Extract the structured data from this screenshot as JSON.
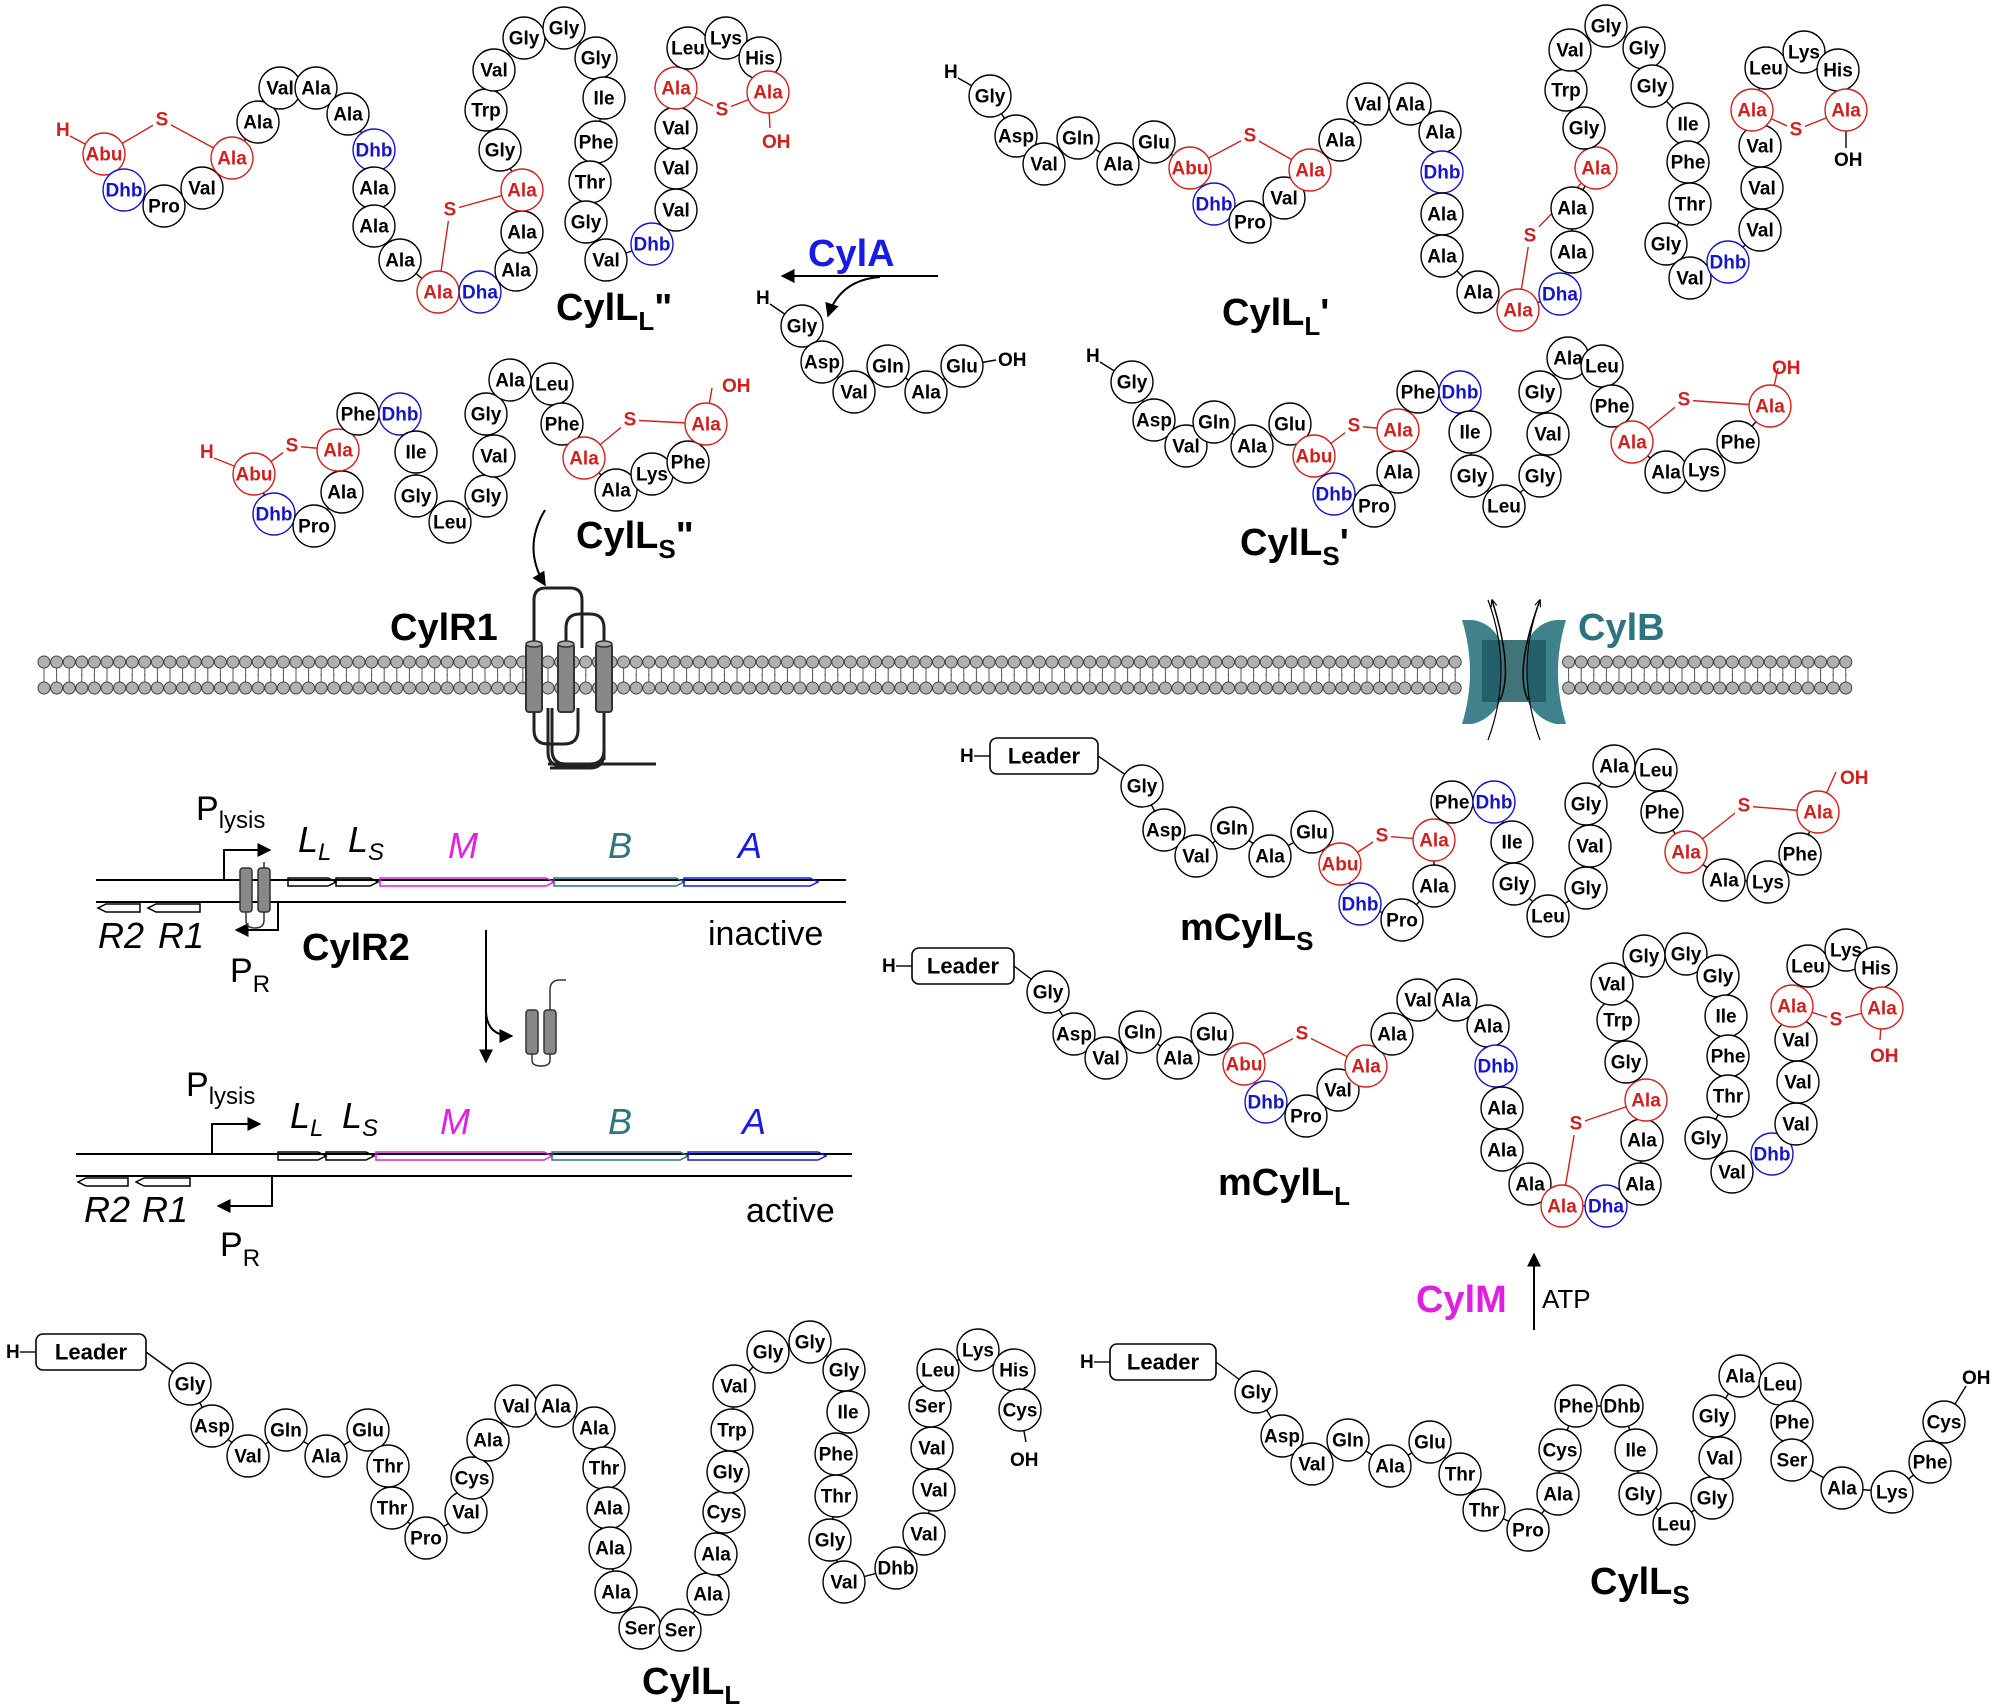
{
  "colors": {
    "black": "#000000",
    "thioether": "#d0201d",
    "dehydro": "#1414c8",
    "cylA": "#1a1ae6",
    "cylM": "#e020e0",
    "cylB": "#2b7480",
    "membrane": "#b0b0b0"
  },
  "labels": {
    "cylLL_pp": {
      "main": "CylL",
      "sub": "L",
      "suffix": "\""
    },
    "cylLL_p": {
      "main": "CylL",
      "sub": "L",
      "suffix": "'"
    },
    "cylLS_pp": {
      "main": "CylL",
      "sub": "S",
      "suffix": "\""
    },
    "cylLS_p": {
      "main": "CylL",
      "sub": "S",
      "suffix": "'"
    },
    "mcylLS": {
      "main": "mCylL",
      "sub": "S"
    },
    "mcylLL": {
      "main": "mCylL",
      "sub": "L"
    },
    "cylLL": {
      "main": "CylL",
      "sub": "L"
    },
    "cylLS": {
      "main": "CylL",
      "sub": "S"
    },
    "cylR1": "CylR1",
    "cylR2": "CylR2",
    "cylB": "CylB"
  },
  "enzymes": {
    "cylA": "CylA",
    "cylM": "CylM",
    "atp": "ATP"
  },
  "operon": {
    "plysis": {
      "main": "P",
      "sub": "lysis"
    },
    "pr": {
      "main": "P",
      "sub": "R"
    },
    "ll": {
      "main": "L",
      "sub": "L"
    },
    "ls": {
      "main": "L",
      "sub": "S"
    },
    "m": "M",
    "b": "B",
    "a": "A",
    "r2": "R2",
    "r1": "R1",
    "inactive": "inactive",
    "active": "active"
  },
  "terminals": {
    "h": "H",
    "oh": "OH",
    "s": "S",
    "leader": "Leader"
  },
  "peptides": {
    "cylLL_pp": [
      {
        "r": "Abu",
        "c": "r"
      },
      {
        "r": "Dhb",
        "c": "b"
      },
      {
        "r": "Pro"
      },
      {
        "r": "Val"
      },
      {
        "r": "Ala",
        "c": "r"
      },
      {
        "r": "Ala"
      },
      {
        "r": "Val"
      },
      {
        "r": "Ala"
      },
      {
        "r": "Ala"
      },
      {
        "r": "Dhb",
        "c": "b"
      },
      {
        "r": "Ala"
      },
      {
        "r": "Ala"
      },
      {
        "r": "Ala"
      },
      {
        "r": "Ala",
        "c": "r"
      },
      {
        "r": "Dha",
        "c": "b"
      },
      {
        "r": "Ala"
      },
      {
        "r": "Ala"
      },
      {
        "r": "Ala",
        "c": "r"
      },
      {
        "r": "Gly"
      },
      {
        "r": "Trp"
      },
      {
        "r": "Val"
      },
      {
        "r": "Gly"
      },
      {
        "r": "Gly"
      },
      {
        "r": "Gly"
      },
      {
        "r": "Ile"
      },
      {
        "r": "Phe"
      },
      {
        "r": "Thr"
      },
      {
        "r": "Gly"
      },
      {
        "r": "Val"
      },
      {
        "r": "Dhb",
        "c": "b"
      },
      {
        "r": "Val"
      },
      {
        "r": "Val"
      },
      {
        "r": "Val"
      },
      {
        "r": "Ala",
        "c": "r"
      },
      {
        "r": "Leu"
      },
      {
        "r": "Lys"
      },
      {
        "r": "His"
      },
      {
        "r": "Ala",
        "c": "r"
      }
    ],
    "cylLA": [
      {
        "r": "Gly"
      },
      {
        "r": "Asp"
      },
      {
        "r": "Val"
      },
      {
        "r": "Gln"
      },
      {
        "r": "Ala"
      },
      {
        "r": "Glu"
      }
    ],
    "cylLL_p": [
      {
        "r": "Gly"
      },
      {
        "r": "Asp"
      },
      {
        "r": "Val"
      },
      {
        "r": "Gln"
      },
      {
        "r": "Ala"
      },
      {
        "r": "Glu"
      },
      {
        "r": "Abu",
        "c": "r"
      },
      {
        "r": "Dhb",
        "c": "b"
      },
      {
        "r": "Pro"
      },
      {
        "r": "Val"
      },
      {
        "r": "Ala",
        "c": "r"
      },
      {
        "r": "Ala"
      },
      {
        "r": "Val"
      },
      {
        "r": "Ala"
      },
      {
        "r": "Ala"
      },
      {
        "r": "Dhb",
        "c": "b"
      },
      {
        "r": "Ala"
      },
      {
        "r": "Ala"
      },
      {
        "r": "Ala"
      },
      {
        "r": "Ala",
        "c": "r"
      },
      {
        "r": "Dha",
        "c": "b"
      },
      {
        "r": "Ala"
      },
      {
        "r": "Ala"
      },
      {
        "r": "Ala",
        "c": "r"
      },
      {
        "r": "Gly"
      },
      {
        "r": "Trp"
      },
      {
        "r": "Val"
      },
      {
        "r": "Gly"
      },
      {
        "r": "Gly"
      },
      {
        "r": "Gly"
      },
      {
        "r": "Ile"
      },
      {
        "r": "Phe"
      },
      {
        "r": "Thr"
      },
      {
        "r": "Gly"
      },
      {
        "r": "Val"
      },
      {
        "r": "Dhb",
        "c": "b"
      },
      {
        "r": "Val"
      },
      {
        "r": "Val"
      },
      {
        "r": "Val"
      },
      {
        "r": "Ala",
        "c": "r"
      },
      {
        "r": "Leu"
      },
      {
        "r": "Lys"
      },
      {
        "r": "His"
      },
      {
        "r": "Ala",
        "c": "r"
      }
    ],
    "cylLS_pp": [
      {
        "r": "Abu",
        "c": "r"
      },
      {
        "r": "Dhb",
        "c": "b"
      },
      {
        "r": "Pro"
      },
      {
        "r": "Ala"
      },
      {
        "r": "Ala",
        "c": "r"
      },
      {
        "r": "Phe"
      },
      {
        "r": "Dhb",
        "c": "b"
      },
      {
        "r": "Ile"
      },
      {
        "r": "Gly"
      },
      {
        "r": "Leu"
      },
      {
        "r": "Gly"
      },
      {
        "r": "Val"
      },
      {
        "r": "Gly"
      },
      {
        "r": "Ala"
      },
      {
        "r": "Leu"
      },
      {
        "r": "Phe"
      },
      {
        "r": "Ala",
        "c": "r"
      },
      {
        "r": "Ala"
      },
      {
        "r": "Lys"
      },
      {
        "r": "Phe"
      },
      {
        "r": "Ala",
        "c": "r"
      }
    ],
    "cylLS_p": [
      {
        "r": "Gly"
      },
      {
        "r": "Asp"
      },
      {
        "r": "Val"
      },
      {
        "r": "Gln"
      },
      {
        "r": "Ala"
      },
      {
        "r": "Glu"
      },
      {
        "r": "Abu",
        "c": "r"
      },
      {
        "r": "Dhb",
        "c": "b"
      },
      {
        "r": "Pro"
      },
      {
        "r": "Ala"
      },
      {
        "r": "Ala",
        "c": "r"
      },
      {
        "r": "Phe"
      },
      {
        "r": "Dhb",
        "c": "b"
      },
      {
        "r": "Ile"
      },
      {
        "r": "Gly"
      },
      {
        "r": "Leu"
      },
      {
        "r": "Gly"
      },
      {
        "r": "Val"
      },
      {
        "r": "Gly"
      },
      {
        "r": "Ala"
      },
      {
        "r": "Leu"
      },
      {
        "r": "Phe"
      },
      {
        "r": "Ala",
        "c": "r"
      },
      {
        "r": "Ala"
      },
      {
        "r": "Lys"
      },
      {
        "r": "Phe"
      },
      {
        "r": "Ala",
        "c": "r"
      }
    ],
    "mcylLS": [
      {
        "r": "Gly"
      },
      {
        "r": "Asp"
      },
      {
        "r": "Val"
      },
      {
        "r": "Gln"
      },
      {
        "r": "Ala"
      },
      {
        "r": "Glu"
      },
      {
        "r": "Abu",
        "c": "r"
      },
      {
        "r": "Dhb",
        "c": "b"
      },
      {
        "r": "Pro"
      },
      {
        "r": "Ala"
      },
      {
        "r": "Ala",
        "c": "r"
      },
      {
        "r": "Phe"
      },
      {
        "r": "Dhb",
        "c": "b"
      },
      {
        "r": "Ile"
      },
      {
        "r": "Gly"
      },
      {
        "r": "Leu"
      },
      {
        "r": "Gly"
      },
      {
        "r": "Val"
      },
      {
        "r": "Gly"
      },
      {
        "r": "Ala"
      },
      {
        "r": "Leu"
      },
      {
        "r": "Phe"
      },
      {
        "r": "Ala",
        "c": "r"
      },
      {
        "r": "Ala"
      },
      {
        "r": "Lys"
      },
      {
        "r": "Phe"
      },
      {
        "r": "Ala",
        "c": "r"
      }
    ],
    "mcylLL": [
      {
        "r": "Gly"
      },
      {
        "r": "Asp"
      },
      {
        "r": "Val"
      },
      {
        "r": "Gln"
      },
      {
        "r": "Ala"
      },
      {
        "r": "Glu"
      },
      {
        "r": "Abu",
        "c": "r"
      },
      {
        "r": "Dhb",
        "c": "b"
      },
      {
        "r": "Pro"
      },
      {
        "r": "Val"
      },
      {
        "r": "Ala",
        "c": "r"
      },
      {
        "r": "Ala"
      },
      {
        "r": "Val"
      },
      {
        "r": "Ala"
      },
      {
        "r": "Ala"
      },
      {
        "r": "Dhb",
        "c": "b"
      },
      {
        "r": "Ala"
      },
      {
        "r": "Ala"
      },
      {
        "r": "Ala"
      },
      {
        "r": "Ala",
        "c": "r"
      },
      {
        "r": "Dha",
        "c": "b"
      },
      {
        "r": "Ala"
      },
      {
        "r": "Ala"
      },
      {
        "r": "Ala",
        "c": "r"
      },
      {
        "r": "Gly"
      },
      {
        "r": "Trp"
      },
      {
        "r": "Val"
      },
      {
        "r": "Gly"
      },
      {
        "r": "Gly"
      },
      {
        "r": "Gly"
      },
      {
        "r": "Ile"
      },
      {
        "r": "Phe"
      },
      {
        "r": "Thr"
      },
      {
        "r": "Gly"
      },
      {
        "r": "Val"
      },
      {
        "r": "Dhb",
        "c": "b"
      },
      {
        "r": "Val"
      },
      {
        "r": "Val"
      },
      {
        "r": "Val"
      },
      {
        "r": "Ala",
        "c": "r"
      },
      {
        "r": "Leu"
      },
      {
        "r": "Lys"
      },
      {
        "r": "His"
      },
      {
        "r": "Ala",
        "c": "r"
      }
    ],
    "cylLL": [
      {
        "r": "Gly"
      },
      {
        "r": "Asp"
      },
      {
        "r": "Val"
      },
      {
        "r": "Gln"
      },
      {
        "r": "Ala"
      },
      {
        "r": "Glu"
      },
      {
        "r": "Thr"
      },
      {
        "r": "Thr"
      },
      {
        "r": "Pro"
      },
      {
        "r": "Val"
      },
      {
        "r": "Cys"
      },
      {
        "r": "Ala"
      },
      {
        "r": "Val"
      },
      {
        "r": "Ala"
      },
      {
        "r": "Ala"
      },
      {
        "r": "Thr"
      },
      {
        "r": "Ala"
      },
      {
        "r": "Ala"
      },
      {
        "r": "Ala"
      },
      {
        "r": "Ser"
      },
      {
        "r": "Ser"
      },
      {
        "r": "Ala"
      },
      {
        "r": "Ala"
      },
      {
        "r": "Cys"
      },
      {
        "r": "Gly"
      },
      {
        "r": "Trp"
      },
      {
        "r": "Val"
      },
      {
        "r": "Gly"
      },
      {
        "r": "Gly"
      },
      {
        "r": "Gly"
      },
      {
        "r": "Ile"
      },
      {
        "r": "Phe"
      },
      {
        "r": "Thr"
      },
      {
        "r": "Gly"
      },
      {
        "r": "Val"
      },
      {
        "r": "Dhb"
      },
      {
        "r": "Val"
      },
      {
        "r": "Val"
      },
      {
        "r": "Val"
      },
      {
        "r": "Ser"
      },
      {
        "r": "Leu"
      },
      {
        "r": "Lys"
      },
      {
        "r": "His"
      },
      {
        "r": "Cys"
      }
    ],
    "cylLS": [
      {
        "r": "Gly"
      },
      {
        "r": "Asp"
      },
      {
        "r": "Val"
      },
      {
        "r": "Gln"
      },
      {
        "r": "Ala"
      },
      {
        "r": "Glu"
      },
      {
        "r": "Thr"
      },
      {
        "r": "Thr"
      },
      {
        "r": "Pro"
      },
      {
        "r": "Ala"
      },
      {
        "r": "Cys"
      },
      {
        "r": "Phe"
      },
      {
        "r": "Dhb"
      },
      {
        "r": "Ile"
      },
      {
        "r": "Gly"
      },
      {
        "r": "Leu"
      },
      {
        "r": "Gly"
      },
      {
        "r": "Val"
      },
      {
        "r": "Gly"
      },
      {
        "r": "Ala"
      },
      {
        "r": "Leu"
      },
      {
        "r": "Phe"
      },
      {
        "r": "Ser"
      },
      {
        "r": "Ala"
      },
      {
        "r": "Lys"
      },
      {
        "r": "Phe"
      },
      {
        "r": "Cys"
      }
    ]
  }
}
